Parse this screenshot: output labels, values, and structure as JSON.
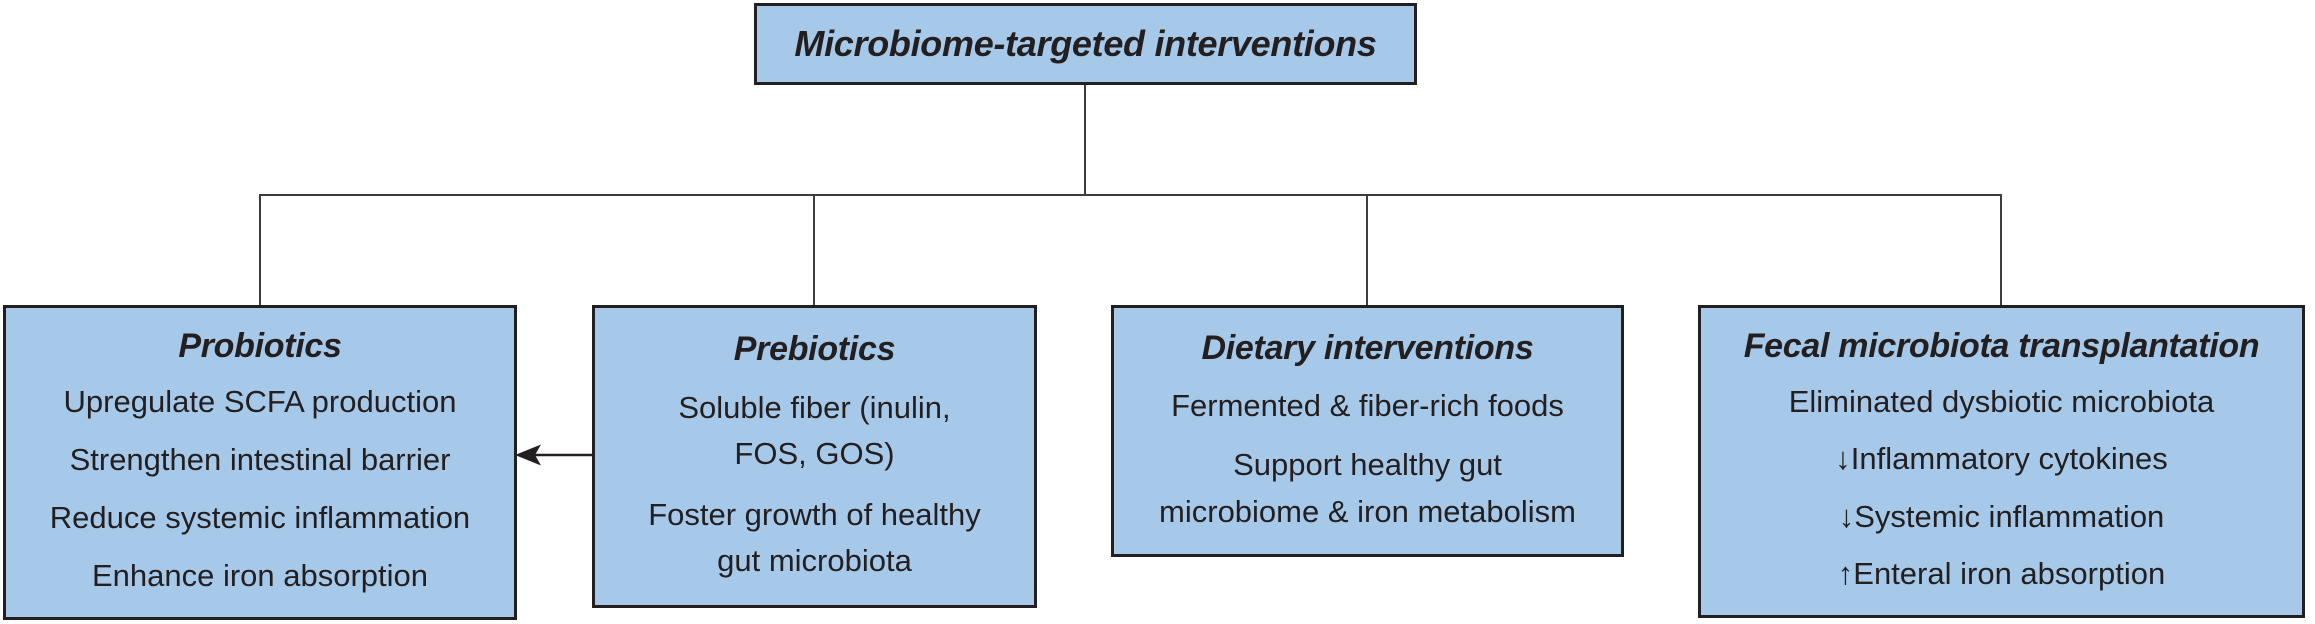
{
  "diagram": {
    "root": {
      "label": "Microbiome-targeted interventions"
    },
    "boxes": [
      {
        "id": "probiotics",
        "heading": "Probiotics",
        "items": [
          "Upregulate SCFA production",
          "Strengthen intestinal barrier",
          "Reduce systemic inflammation",
          "Enhance iron absorption"
        ]
      },
      {
        "id": "prebiotics",
        "heading": "Prebiotics",
        "items": [
          "Soluble fiber (inulin,\nFOS, GOS)",
          "Foster growth of healthy\ngut microbiota"
        ]
      },
      {
        "id": "dietary-interventions",
        "heading": "Dietary interventions",
        "items": [
          "Fermented & fiber-rich foods",
          "Support healthy gut\nmicrobiome & iron metabolism"
        ]
      },
      {
        "id": "fecal-microbiota-transplantation",
        "heading": "Fecal microbiota transplantation",
        "items": [
          "Eliminated dysbiotic microbiota",
          "↓Inflammatory cytokines",
          "↓Systemic inflammation",
          "↑Enteral iron absorption"
        ]
      }
    ],
    "arrow": {
      "from": "Prebiotics",
      "to": "Probiotics",
      "direction": "left"
    },
    "colors": {
      "box_fill": "#a7c9e9",
      "box_border": "#231f20",
      "text": "#231f20",
      "line": "#403a3a"
    }
  }
}
